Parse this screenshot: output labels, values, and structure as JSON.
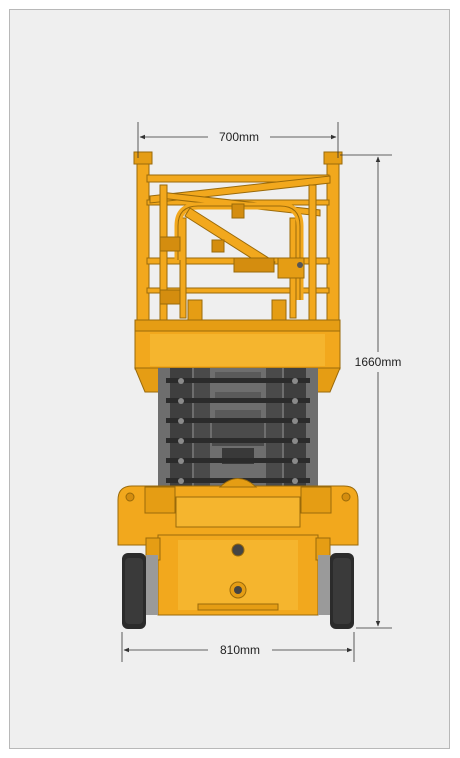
{
  "dimensions": {
    "platform_width": "700mm",
    "height": "1660mm",
    "base_width": "810mm"
  },
  "colors": {
    "background": "#efefef",
    "machine_yellow": "#f2a81d",
    "machine_dark_yellow": "#d48d0f",
    "scissor_dark": "#4a4a4a",
    "tire": "#2b2b2b",
    "dimension_line": "#333333"
  }
}
